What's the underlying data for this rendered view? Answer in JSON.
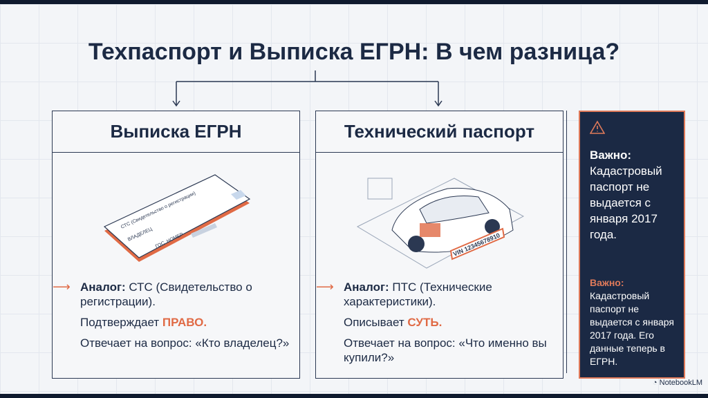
{
  "title": "Техпаспорт и Выписка ЕГРН: В чем разница?",
  "left": {
    "heading": "Выписка ЕГРН",
    "analog_label": "Аналог:",
    "analog_text": " СТС (Свидетельство о регистрации).",
    "confirms": "Подтверждает ",
    "confirms_word": "ПРАВО.",
    "question": "Отвечает на вопрос: «Кто владелец?»",
    "card": {
      "line1": "СТС (Свидетельство о регистрации)",
      "line2": "ВЛАДЕЛЕЦ",
      "line3": "ГОС. НОМЕР"
    }
  },
  "right": {
    "heading": "Технический паспорт",
    "analog_label": "Аналог:",
    "analog_text": " ПТС (Технические характеристики).",
    "describes": "Описывает ",
    "describes_word": "СУТЬ.",
    "question": "Отвечает на вопрос: «Что именно вы купили?»",
    "vin": "VIN 12345678910"
  },
  "warning": {
    "label1": "Важно:",
    "text1": "Кадастровый паспорт не выдается с января 2017 года.",
    "label2": "Важно:",
    "text2": "Кадастровый паспорт не выдается с января 2017 года. Его данные теперь в ЕГРН."
  },
  "brand": "NotebookLM",
  "colors": {
    "accent": "#e06a45",
    "navy": "#1b2944"
  }
}
